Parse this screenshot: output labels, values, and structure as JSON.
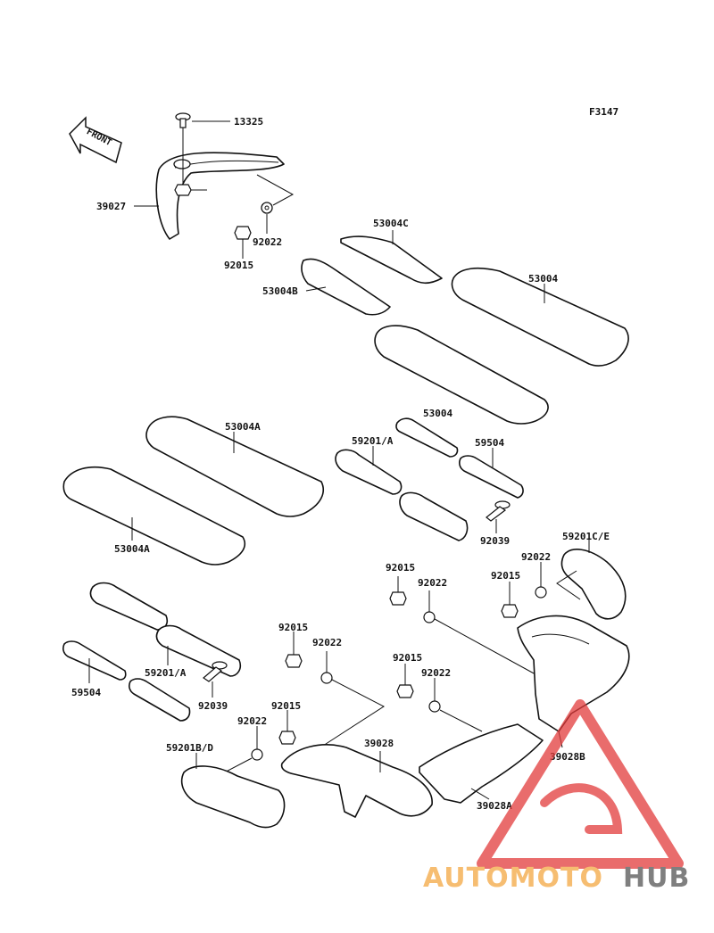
{
  "figure_code": "F3147",
  "front_label": "FRONT",
  "labels": {
    "p13325": "13325",
    "p39027": "39027",
    "p92022_a": "92022",
    "p92015_a": "92015",
    "p53004C": "53004C",
    "p53004B": "53004B",
    "p53004_a": "53004",
    "p53004_b": "53004",
    "p53004A_a": "53004A",
    "p53004A_b": "53004A",
    "p59201A_a": "59201/A",
    "p59504_a": "59504",
    "p92039_a": "92039",
    "p59201CE": "59201C/E",
    "p92015_b": "92015",
    "p92022_b": "92022",
    "p92015_c": "92015",
    "p92022_c": "92022",
    "p92015_d": "92015",
    "p92022_d": "92022",
    "p92015_e": "92015",
    "p92022_e": "92022",
    "p92015_f": "92015",
    "p92022_f": "92022",
    "p59201A_b": "59201/A",
    "p59504_b": "59504",
    "p92039_b": "92039",
    "p59201BD": "59201B/D",
    "p39028": "39028",
    "p39028A": "39028A",
    "p39028B": "39028B"
  },
  "watermark": {
    "part1": "AUTOMOTO",
    "part2": "HUB",
    "color1": "#f4a742",
    "color2": "#555555",
    "triangle_color": "#e23b3b"
  }
}
